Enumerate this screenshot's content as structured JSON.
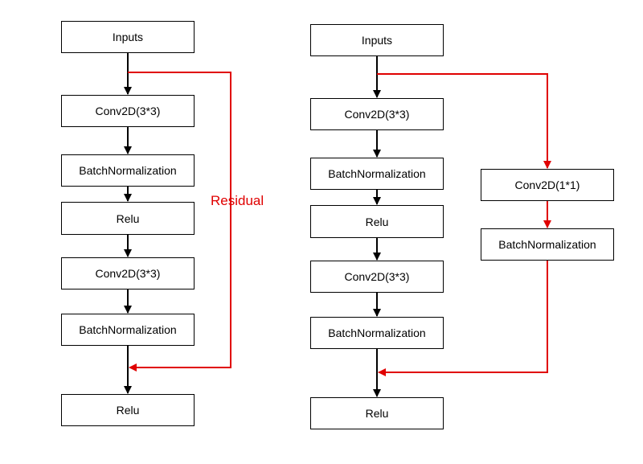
{
  "colors": {
    "box_border": "#000000",
    "arrow_main": "#000000",
    "arrow_residual": "#e00000",
    "label_residual": "#e00000"
  },
  "left_block": {
    "inputs": "Inputs",
    "conv1": "Conv2D(3*3)",
    "bn1": "BatchNormalization",
    "relu1": "Relu",
    "conv2": "Conv2D(3*3)",
    "bn2": "BatchNormalization",
    "relu_out": "Relu",
    "residual_label": "Residual"
  },
  "right_block": {
    "inputs": "Inputs",
    "conv1": "Conv2D(3*3)",
    "bn1": "BatchNormalization",
    "relu1": "Relu",
    "conv2": "Conv2D(3*3)",
    "bn2": "BatchNormalization",
    "relu_out": "Relu",
    "shortcut_conv": "Conv2D(1*1)",
    "shortcut_bn": "BatchNormalization"
  }
}
